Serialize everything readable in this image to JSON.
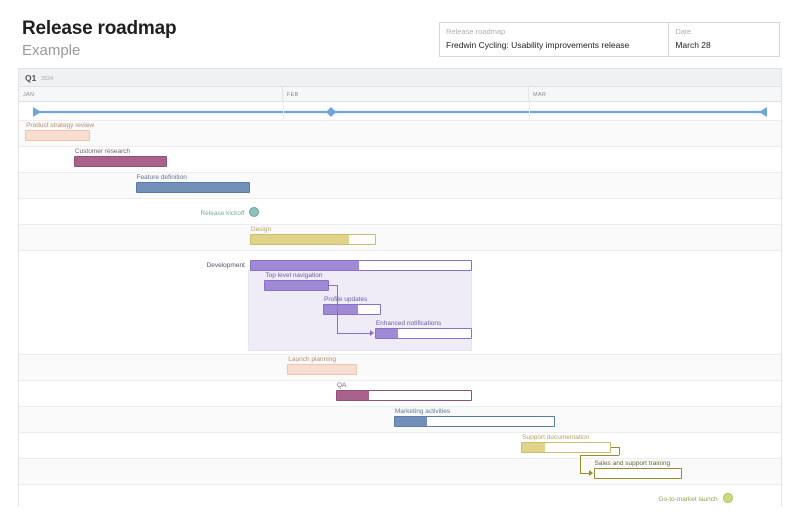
{
  "header": {
    "title": "Release roadmap",
    "subtitle": "Example",
    "info": {
      "project_label": "Release roadmap",
      "project_value": "Fredwin Cycling: Usability improvements release",
      "date_label": "Date",
      "date_value": "March 28"
    }
  },
  "timeline": {
    "quarter": "Q1",
    "year": "2024",
    "months": [
      "JAN",
      "FEB",
      "MAR"
    ]
  },
  "colors": {
    "salmon": "#f6cdbc",
    "salmon_border": "#e8a98f",
    "maroon": "#a9628b",
    "maroon_border": "#8d4f74",
    "slate_blue": "#7391b8",
    "slate_blue_border": "#5b7ba6",
    "teal": "#8fc0bb",
    "yellow": "#e0d48a",
    "yellow_border": "#cbbd6b",
    "purple": "#a08ad6",
    "purple_border": "#8a6fcb",
    "gold": "#9a8a2e",
    "lime": "#cbda7c",
    "timeline_blue": "#6fa5dd"
  },
  "chart_data": {
    "type": "bar",
    "title": "Release roadmap",
    "subtitle": "Example",
    "axis_type": "time",
    "x_categories": [
      "JAN",
      "FEB",
      "MAR"
    ],
    "quarter": "Q1 2024",
    "rows": [
      {
        "name": "Product strategy review",
        "kind": "task",
        "label_align": "left",
        "start_pct": 0.8,
        "end_pct": 9.3,
        "progress_pct": 0,
        "color": "#f9ddd0",
        "border": "#efc3ad",
        "fill": "#f3c4ad",
        "label_color": "#b98a6e"
      },
      {
        "name": "Customer research",
        "kind": "task",
        "label_align": "left",
        "start_pct": 7.2,
        "end_pct": 19.4,
        "progress_pct": 100,
        "color": "#b07a9c",
        "border": "#8d5178",
        "fill": "#a9628b",
        "label_color": "#7d5a6e"
      },
      {
        "name": "Feature definition",
        "kind": "task",
        "label_align": "left",
        "start_pct": 15.3,
        "end_pct": 30.3,
        "progress_pct": 100,
        "color": "#7e9cc2",
        "border": "#5b7ba6",
        "fill": "#7391b8",
        "label_color": "#5f7793"
      },
      {
        "name": "Release kickoff",
        "kind": "milestone",
        "position_pct": 30.9,
        "color": "#8fc0bb",
        "border": "#6aa39d",
        "label_color": "#7aada8"
      },
      {
        "name": "Design",
        "kind": "task",
        "label_align": "left",
        "start_pct": 30.3,
        "end_pct": 46.9,
        "progress_pct": 79,
        "color": "#ffffff",
        "border": "#cbbd6b",
        "fill": "#e0d48a",
        "label_color": "#b3a75e"
      },
      {
        "name": "Development",
        "kind": "group",
        "label_align": "right",
        "start_pct": 30.3,
        "end_pct": 59.5,
        "progress_pct": 49,
        "color": "#ffffff",
        "border": "#8a6fcb",
        "fill": "#a08ad6",
        "label_color": "#55536a",
        "children": [
          {
            "name": "Top level navigation",
            "start_pct": 32.2,
            "end_pct": 40.7,
            "progress_pct": 100,
            "color": "#a08ad6",
            "border": "#8a6fcb",
            "fill": "#a08ad6",
            "label_color": "#6e5fa0"
          },
          {
            "name": "Profile updates",
            "start_pct": 39.9,
            "end_pct": 47.5,
            "progress_pct": 60,
            "color": "#ffffff",
            "border": "#8a6fcb",
            "fill": "#a08ad6",
            "label_color": "#6e5fa0"
          },
          {
            "name": "Enhanced notifications",
            "start_pct": 46.7,
            "end_pct": 59.5,
            "progress_pct": 23,
            "color": "#ffffff",
            "border": "#8a6fcb",
            "fill": "#a08ad6",
            "label_color": "#6e5fa0"
          }
        ],
        "dependency": "Top level navigation → Enhanced notifications"
      },
      {
        "name": "Launch planning",
        "kind": "task",
        "label_align": "left",
        "start_pct": 35.2,
        "end_pct": 44.4,
        "progress_pct": 0,
        "color": "#f9ddd0",
        "border": "#efc3ad",
        "fill": "#f3c4ad",
        "label_color": "#b98a6e"
      },
      {
        "name": "QA",
        "kind": "task",
        "label_align": "left",
        "start_pct": 41.6,
        "end_pct": 59.5,
        "progress_pct": 24,
        "color": "#ffffff",
        "border": "#8d5178",
        "fill": "#a9628b",
        "label_color": "#7d5a6e"
      },
      {
        "name": "Marketing activities",
        "kind": "task",
        "label_align": "left",
        "start_pct": 49.2,
        "end_pct": 70.3,
        "progress_pct": 20,
        "color": "#ffffff",
        "border": "#5b7ba6",
        "fill": "#7391b8",
        "label_color": "#5f7793"
      },
      {
        "name": "Support documentation",
        "kind": "task",
        "label_align": "left",
        "start_pct": 65.9,
        "end_pct": 77.7,
        "progress_pct": 26,
        "color": "#ffffff",
        "border": "#cbbd6b",
        "fill": "#e0d48a",
        "label_color": "#b3a75e"
      },
      {
        "name": "Sales and support training",
        "kind": "task",
        "label_align": "left",
        "start_pct": 75.4,
        "end_pct": 87.0,
        "progress_pct": 0,
        "color": "#ffffff",
        "border": "#9a8a2e",
        "fill": "#c9bb5e",
        "label_color": "#6a6a3a",
        "dependency_from": "Support documentation"
      },
      {
        "name": "Go-to-market launch",
        "kind": "milestone",
        "position_pct": 93.0,
        "color": "#cbda7c",
        "border": "#b0c055",
        "label_color": "#96a05a"
      }
    ]
  }
}
